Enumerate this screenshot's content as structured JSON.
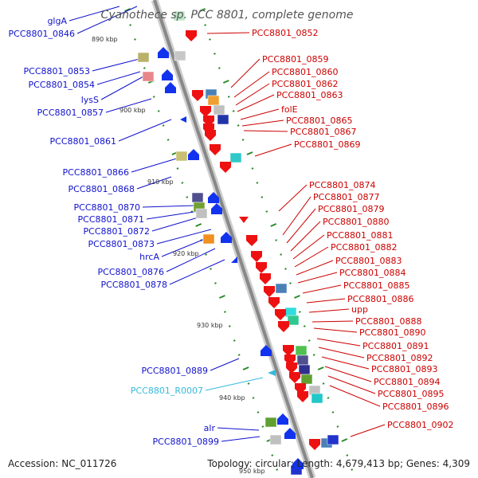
{
  "title": "Cyanothece sp. PCC 8801, complete genome",
  "footer": {
    "accession": "Accession: NC_011726",
    "summary": "Topology: circular; Length: 4,679,413 bp; Genes: 4,309"
  },
  "scale_labels": [
    "890 kbp",
    "900 kbp",
    "910 kbp",
    "920 kbp",
    "930 kbp",
    "940 kbp",
    "950 kbp"
  ],
  "left_labels": [
    "glgA",
    "PCC8801_0846",
    "PCC8801_0853",
    "PCC8801_0854",
    "lysS",
    "PCC8801_0857",
    "PCC8801_0861",
    "PCC8801_0866",
    "PCC8801_0868",
    "PCC8801_0870",
    "PCC8801_0871",
    "PCC8801_0872",
    "PCC8801_0873",
    "hrcA",
    "PCC8801_0876",
    "PCC8801_0878",
    "PCC8801_0889",
    "PCC8801_R0007",
    "alr",
    "PCC8801_0899"
  ],
  "right_labels": [
    "PCC8801_0852",
    "PCC8801_0859",
    "PCC8801_0860",
    "PCC8801_0862",
    "PCC8801_0863",
    "folE",
    "PCC8801_0865",
    "PCC8801_0867",
    "PCC8801_0869",
    "PCC8801_0874",
    "PCC8801_0877",
    "PCC8801_0879",
    "PCC8801_0880",
    "PCC8801_0881",
    "PCC8801_0882",
    "PCC8801_0883",
    "PCC8801_0884",
    "PCC8801_0885",
    "PCC8801_0886",
    "upp",
    "PCC8801_0888",
    "PCC8801_0890",
    "PCC8801_0891",
    "PCC8801_0892",
    "PCC8801_0893",
    "PCC8801_0894",
    "PCC8801_0895",
    "PCC8801_0896",
    "PCC8801_0902"
  ],
  "colors": {
    "forward_strand_label": "#1111cc",
    "reverse_strand_label": "#cc0000",
    "rna_label": "#33bbdd",
    "reverse_cds": "#ee1111",
    "forward_cds": "#1133ee",
    "backbone": "#888888",
    "tick": "#2a8a2a"
  }
}
